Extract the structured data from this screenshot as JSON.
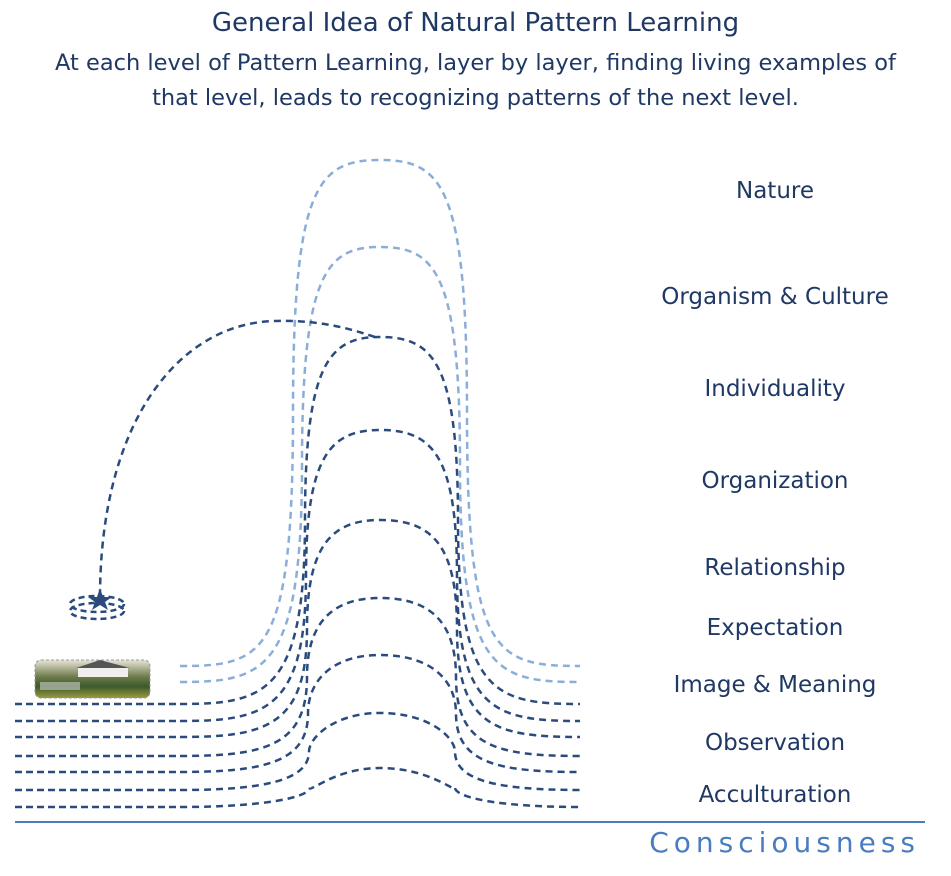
{
  "title": "General Idea of Natural Pattern Learning",
  "subtitle_line1": "At each level of Pattern Learning, layer by layer, finding living examples of",
  "subtitle_line2": "that level, leads to recognizing patterns of the next level.",
  "levels": [
    "Nature",
    "Organism & Culture",
    "Individuality",
    "Organization",
    "Relationship",
    "Expectation",
    "Image & Meaning",
    "Observation",
    "Acculturation"
  ],
  "base_label": "Consciousness",
  "colors": {
    "dark": "#2a4b7c",
    "light": "#8aaed8",
    "text": "#1f3864",
    "accent": "#4a7cc0"
  }
}
